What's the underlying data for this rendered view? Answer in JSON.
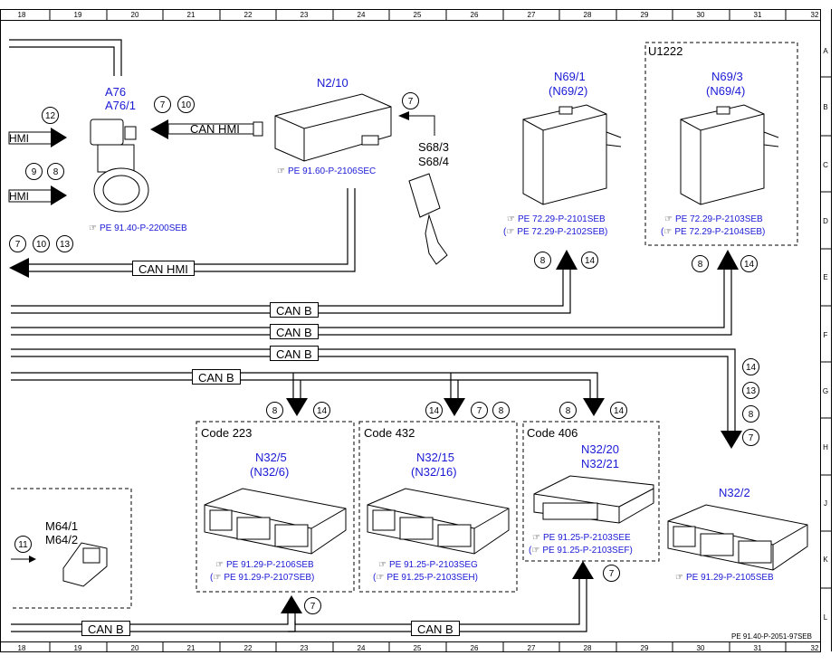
{
  "grid": {
    "columns": [
      "18",
      "19",
      "20",
      "21",
      "22",
      "23",
      "24",
      "25",
      "26",
      "27",
      "28",
      "29",
      "30",
      "31",
      "32"
    ],
    "rows": [
      "A",
      "B",
      "C",
      "D",
      "E",
      "F",
      "G",
      "H",
      "J",
      "K",
      "L"
    ]
  },
  "components": {
    "a76": {
      "line1": "A76",
      "line2": "A76/1",
      "ref": "PE 91.40-P-2200SEB"
    },
    "n2_10": {
      "name": "N2/10",
      "ref": "PE 91.60-P-2106SEC"
    },
    "s68": {
      "line1": "S68/3",
      "line2": "S68/4"
    },
    "n69_1": {
      "line1": "N69/1",
      "line2": "(N69/2)",
      "ref1": "PE 72.29-P-2101SEB",
      "ref2": "PE 72.29-P-2102SEB)"
    },
    "u1222": {
      "label": "U1222",
      "line1": "N69/3",
      "line2": "(N69/4)",
      "ref1": "PE 72.29-P-2103SEB",
      "ref2": "PE 72.29-P-2104SEB)"
    },
    "n32_5": {
      "code": "Code 223",
      "line1": "N32/5",
      "line2": "(N32/6)",
      "ref1": "PE 91.29-P-2106SEB",
      "ref2": "PE 91.29-P-2107SEB)"
    },
    "n32_15": {
      "code": "Code 432",
      "line1": "N32/15",
      "line2": "(N32/16)",
      "ref1": "PE 91.25-P-2103SEG",
      "ref2": "PE 91.25-P-2103SEH)"
    },
    "n32_20": {
      "code": "Code 406",
      "line1": "N32/20",
      "line2": "N32/21",
      "ref1": "PE 91.25-P-2103SEE",
      "ref2": "PE 91.25-P-2103SEF)"
    },
    "n32_2": {
      "line1": "N32/2",
      "ref": "PE 91.29-P-2105SEB"
    },
    "m64": {
      "line1": "M64/1",
      "line2": "M64/2"
    }
  },
  "bus_labels": {
    "can_hmi": "CAN HMI",
    "can_b": "CAN B",
    "hmi_short": "HMI"
  },
  "circles": {
    "c12": "12",
    "c9": "9",
    "c8": "8",
    "c7": "7",
    "c10": "10",
    "c13": "13",
    "c14": "14",
    "c11": "11"
  },
  "footer": {
    "doc_ref": "PE 91.40-P-2051-97SEB"
  },
  "colors": {
    "component_text": "#1a1ad6",
    "line": "#000000"
  }
}
